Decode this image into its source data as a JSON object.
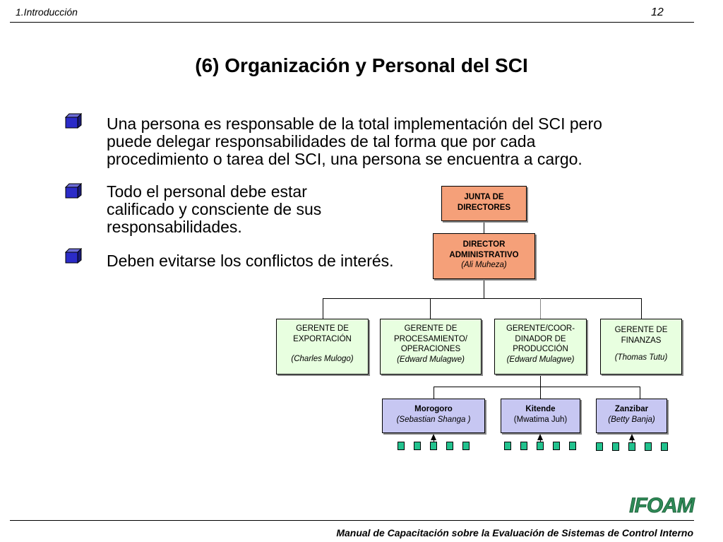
{
  "header": {
    "section": "1.Introducción",
    "page_number": "12"
  },
  "title": "(6) Organización y Personal del SCI",
  "bullets": [
    {
      "icon": "cube-bullet-icon",
      "lines": [
        "Una persona es responsable de la total implementación del SCI pero",
        "puede delegar responsabilidades de tal forma que por cada",
        "procedimiento o tarea del SCI, una persona se encuentra a cargo."
      ]
    },
    {
      "icon": "cube-bullet-icon",
      "lines": [
        "Todo el personal debe estar",
        "calificado y consciente de sus",
        "responsabilidades."
      ]
    },
    {
      "icon": "cube-bullet-icon",
      "lines": [
        "Deben evitarse los conflictos de interés."
      ]
    }
  ],
  "org": {
    "board": {
      "line1": "JUNTA DE",
      "line2": "DIRECTORES"
    },
    "director": {
      "line1": "DIRECTOR",
      "line2": "ADMINISTRATIVO",
      "name": "(Ali Muheza)"
    },
    "managers": [
      {
        "line1": "GERENTE DE",
        "line2": "EXPORTACIÓN",
        "line3": "",
        "name": "(Charles Mulogo)"
      },
      {
        "line1": "GERENTE DE",
        "line2": "PROCESAMIENTO/",
        "line3": "OPERACIONES",
        "name": "(Edward Mulagwe)"
      },
      {
        "line1": "GERENTE/COOR-",
        "line2": "DINADOR DE",
        "line3": "PRODUCCIÓN",
        "name": "(Edward Mulagwe)"
      },
      {
        "line1": "GERENTE DE",
        "line2": "FINANZAS",
        "line3": "",
        "name": "(Thomas Tutu)"
      }
    ],
    "stations": [
      {
        "place": "Morogoro",
        "name": "(Sebastian Shanga )"
      },
      {
        "place": "Kitende",
        "name": "(Mwatima Juh)"
      },
      {
        "place": "Zanzibar",
        "name": "(Betty Banja)"
      }
    ],
    "colors": {
      "board": "#f5a079",
      "director": "#f5a079",
      "managers": "#e8ffe0",
      "stations": "#c7c7f2",
      "farmers": "#22c28e"
    }
  },
  "logo_text": "IFOAM",
  "footer": "Manual de Capacitación sobre la Evaluación de Sistemas de Control Interno"
}
